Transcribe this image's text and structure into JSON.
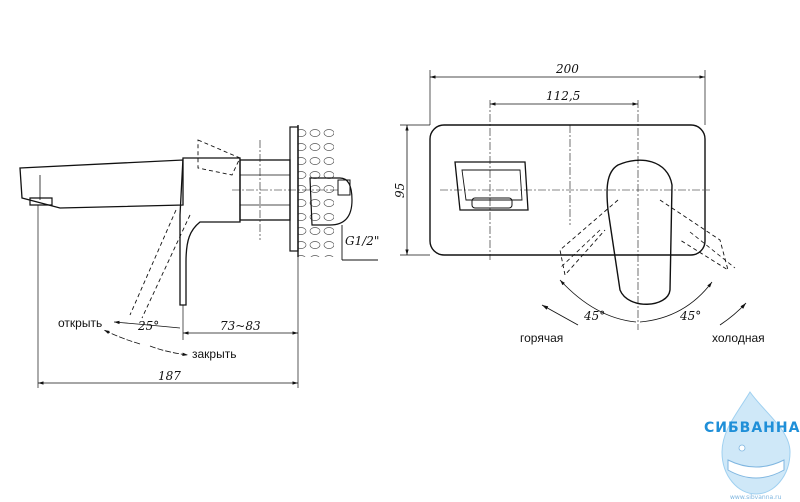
{
  "side_view": {
    "dims": {
      "angle": "25°",
      "depth": "73~83",
      "length": "187",
      "thread": "G1/2\""
    },
    "labels": {
      "open": "открыть",
      "close": "закрыть"
    }
  },
  "front_view": {
    "dims": {
      "width": "200",
      "spacing": "112,5",
      "height": "95",
      "angle_left": "45°",
      "angle_right": "45°"
    },
    "labels": {
      "hot": "горячая",
      "cold": "холодная"
    }
  },
  "logo": {
    "name": "СИБВАННА",
    "url": "www.sibvanna.ru",
    "colors": {
      "brand": "#1f8fd8",
      "light": "#9fd0f0"
    }
  }
}
